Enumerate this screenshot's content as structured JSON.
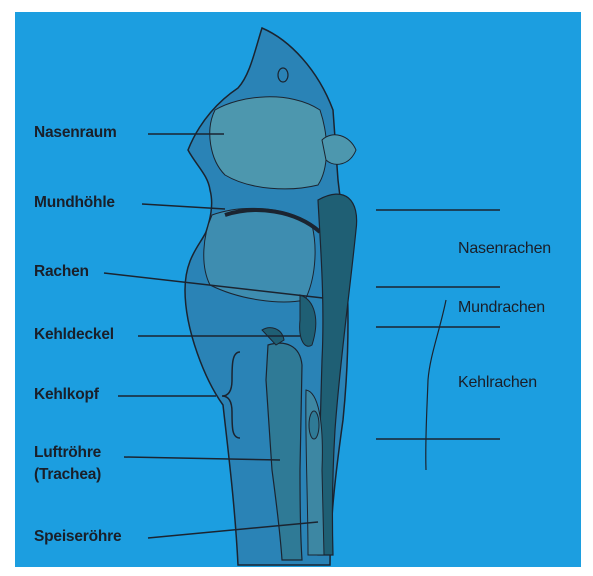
{
  "diagram": {
    "colors": {
      "background": "#1c9ee0",
      "head_fill": "#2a83b6",
      "cavity_fill": "#4d97ae",
      "dark_tissue": "#1f5f74",
      "outline": "#1b2430"
    },
    "labels_left": {
      "nasenraum": "Nasenraum",
      "mundhoehle": "Mundhöhle",
      "rachen": "Rachen",
      "kehldeckel": "Kehldeckel",
      "kehlkopf": "Kehlkopf",
      "luftroehre_line1": "Luftröhre",
      "luftroehre_line2": "(Trachea)",
      "speiseroehre": "Speiseröhre"
    },
    "labels_right": {
      "nasenrachen": "Nasenrachen",
      "mundrachen": "Mundrachen",
      "kehlrachen": "Kehlrachen"
    }
  }
}
